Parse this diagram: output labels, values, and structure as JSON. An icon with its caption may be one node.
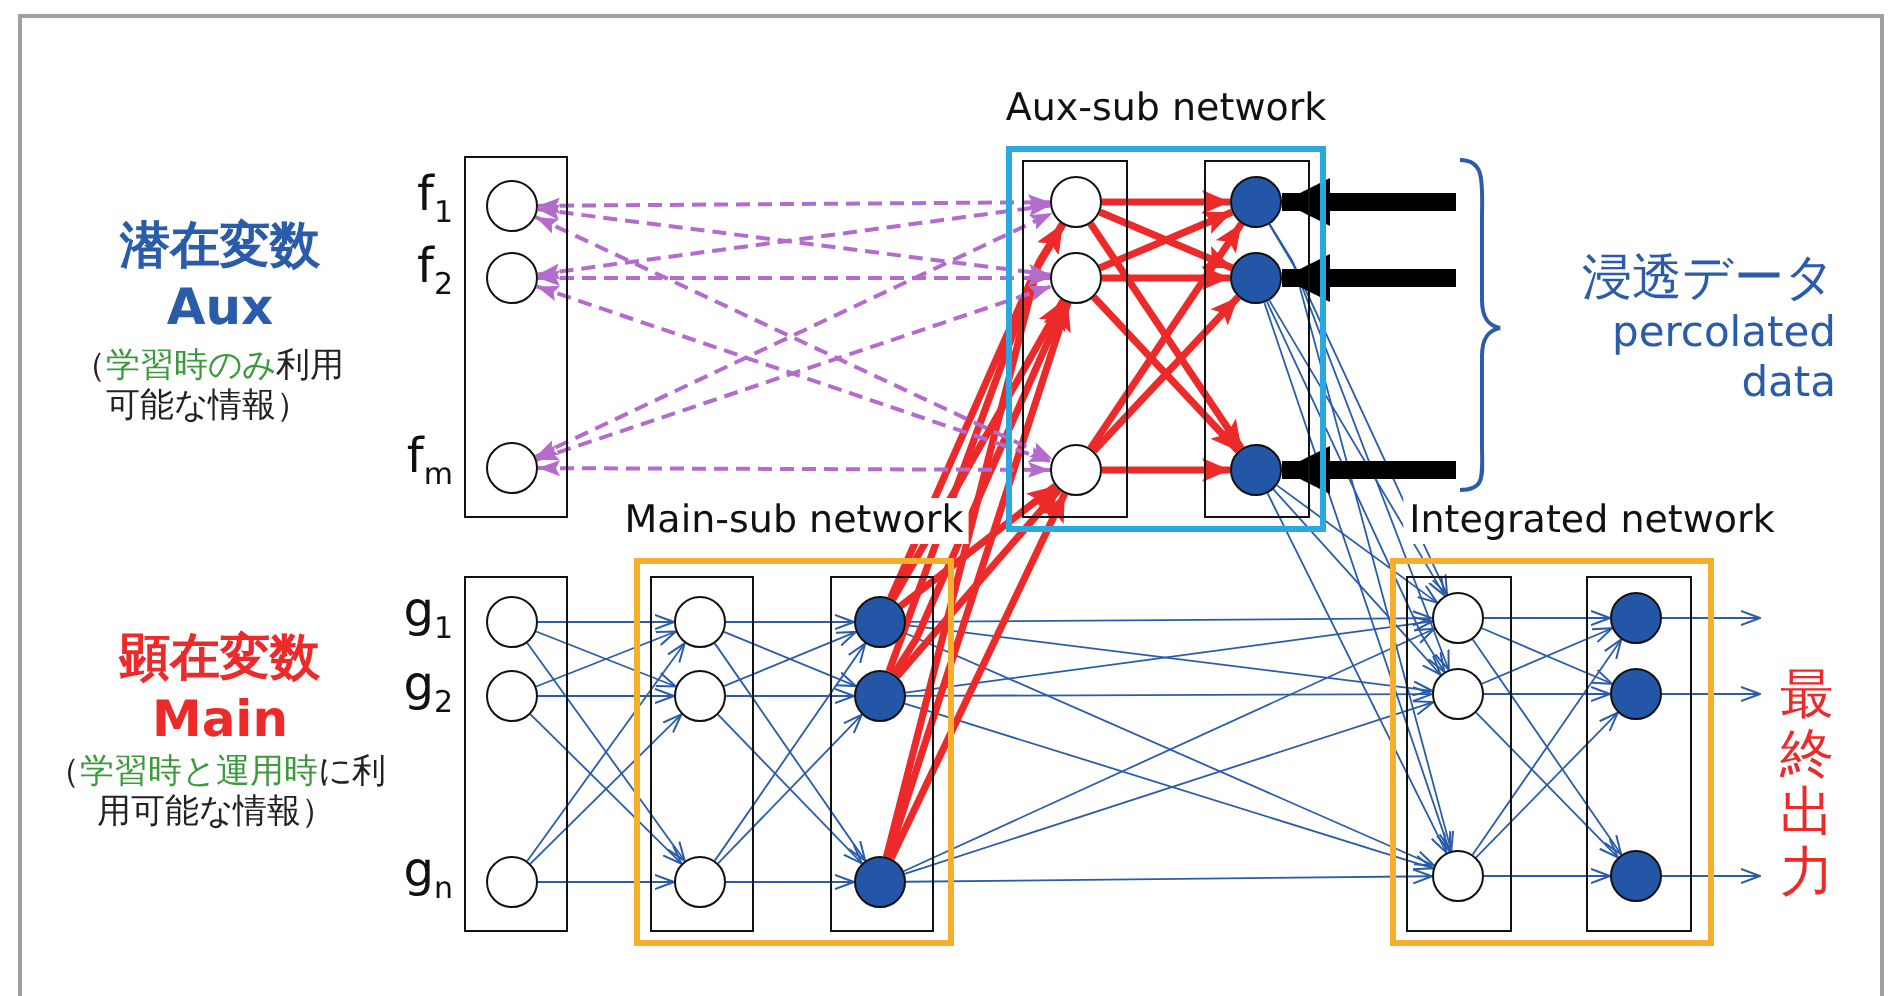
{
  "diagram": {
    "nodes": [
      {
        "text": [],
        "shape": "box"
      },
      {
        "text": [],
        "shape": "circle",
        "in": 0,
        "beside": [
          "f$_{1}$"
        ]
      },
      {
        "text": [],
        "shape": "circle",
        "in": 0,
        "beside": [
          "f$_{2}$"
        ]
      },
      {
        "text": [],
        "shape": "circle",
        "in": 0,
        "beside": [
          "f$_{m}$"
        ]
      },
      {
        "text": [
          "Aux-sub network"
        ]
      },
      {
        "text": [],
        "shape": "box",
        "in": 4
      },
      {
        "text": [],
        "shape": "circle",
        "in": 5
      },
      {
        "text": [],
        "shape": "circle",
        "in": 5
      },
      {
        "text": [],
        "shape": "circle",
        "in": 5
      },
      {
        "text": [],
        "shape": "box",
        "in": 4
      },
      {
        "text": [],
        "shape": "circle",
        "in": 9
      },
      {
        "text": [],
        "shape": "circle",
        "in": 9
      },
      {
        "text": [],
        "shape": "circle",
        "in": 9
      },
      {
        "text": [],
        "shape": "box"
      },
      {
        "text": [],
        "shape": "circle",
        "in": 13,
        "beside": [
          "g$_{1}$"
        ]
      },
      {
        "text": [],
        "shape": "circle",
        "in": 13,
        "beside": [
          "g$_{2}$"
        ]
      },
      {
        "text": [],
        "shape": "circle",
        "in": 13,
        "beside": [
          "g$_{n}$"
        ]
      },
      {
        "text": [
          "Main-sub network"
        ]
      },
      {
        "text": [],
        "shape": "box",
        "in": 17
      },
      {
        "text": [],
        "shape": "circle",
        "in": 18
      },
      {
        "text": [],
        "shape": "circle",
        "in": 18
      },
      {
        "text": [],
        "shape": "circle",
        "in": 18
      },
      {
        "text": [],
        "shape": "box",
        "in": 17
      },
      {
        "text": [],
        "shape": "circle",
        "in": 22
      },
      {
        "text": [],
        "shape": "circle",
        "in": 22
      },
      {
        "text": [],
        "shape": "circle",
        "in": 22
      },
      {
        "text": [
          "Integrated network"
        ]
      },
      {
        "text": [],
        "shape": "box",
        "in": 26
      },
      {
        "text": [],
        "shape": "circle",
        "in": 27
      },
      {
        "text": [],
        "shape": "circle",
        "in": 27
      },
      {
        "text": [],
        "shape": "circle",
        "in": 27
      },
      {
        "text": [],
        "shape": "box",
        "in": 26
      },
      {
        "text": [],
        "shape": "circle",
        "in": 31
      },
      {
        "text": [],
        "shape": "circle",
        "in": 31
      },
      {
        "text": [],
        "shape": "circle",
        "in": 31
      },
      {
        "text": [
          "浸透データ",
          "percolated data"
        ]
      },
      {
        "text": [
          "最終出力"
        ]
      }
    ],
    "edges": [
      {
        "from": 1,
        "to": 6,
        "arrow": "both",
        "style": "dashed",
        "color": "#b46ccc"
      },
      {
        "from": 1,
        "to": 7,
        "arrow": "both",
        "style": "dashed",
        "color": "#b46ccc"
      },
      {
        "from": 1,
        "to": 8,
        "arrow": "both",
        "style": "dashed",
        "color": "#b46ccc"
      },
      {
        "from": 2,
        "to": 6,
        "arrow": "both",
        "style": "dashed",
        "color": "#b46ccc"
      },
      {
        "from": 2,
        "to": 7,
        "arrow": "both",
        "style": "dashed",
        "color": "#b46ccc"
      },
      {
        "from": 2,
        "to": 8,
        "arrow": "both",
        "style": "dashed",
        "color": "#b46ccc"
      },
      {
        "from": 3,
        "to": 6,
        "arrow": "both",
        "style": "dashed",
        "color": "#b46ccc"
      },
      {
        "from": 3,
        "to": 7,
        "arrow": "both",
        "style": "dashed",
        "color": "#b46ccc"
      },
      {
        "from": 3,
        "to": 8,
        "arrow": "both",
        "style": "dashed",
        "color": "#b46ccc"
      },
      {
        "from": 23,
        "to": 6,
        "arrow": "to",
        "style": "thick",
        "color": "#ec2a2a"
      },
      {
        "from": 23,
        "to": 7,
        "arrow": "to",
        "style": "thick",
        "color": "#ec2a2a"
      },
      {
        "from": 23,
        "to": 8,
        "arrow": "to",
        "style": "thick",
        "color": "#ec2a2a"
      },
      {
        "from": 24,
        "to": 6,
        "arrow": "to",
        "style": "thick",
        "color": "#ec2a2a"
      },
      {
        "from": 24,
        "to": 7,
        "arrow": "to",
        "style": "thick",
        "color": "#ec2a2a"
      },
      {
        "from": 24,
        "to": 8,
        "arrow": "to",
        "style": "thick",
        "color": "#ec2a2a"
      },
      {
        "from": 25,
        "to": 6,
        "arrow": "to",
        "style": "thick",
        "color": "#ec2a2a"
      },
      {
        "from": 25,
        "to": 7,
        "arrow": "to",
        "style": "thick",
        "color": "#ec2a2a"
      },
      {
        "from": 25,
        "to": 8,
        "arrow": "to",
        "style": "thick",
        "color": "#ec2a2a"
      },
      {
        "from": 6,
        "to": 10,
        "arrow": "to",
        "style": "thick",
        "color": "#ec2a2a"
      },
      {
        "from": 6,
        "to": 11,
        "arrow": "to",
        "style": "thick",
        "color": "#ec2a2a"
      },
      {
        "from": 6,
        "to": 12,
        "arrow": "to",
        "style": "thick",
        "color": "#ec2a2a"
      },
      {
        "from": 7,
        "to": 10,
        "arrow": "to",
        "style": "thick",
        "color": "#ec2a2a"
      },
      {
        "from": 7,
        "to": 11,
        "arrow": "to",
        "style": "thick",
        "color": "#ec2a2a"
      },
      {
        "from": 7,
        "to": 12,
        "arrow": "to",
        "style": "thick",
        "color": "#ec2a2a"
      },
      {
        "from": 8,
        "to": 10,
        "arrow": "to",
        "style": "thick",
        "color": "#ec2a2a"
      },
      {
        "from": 8,
        "to": 11,
        "arrow": "to",
        "style": "thick",
        "color": "#ec2a2a"
      },
      {
        "from": 8,
        "to": 12,
        "arrow": "to",
        "style": "thick",
        "color": "#ec2a2a"
      },
      {
        "from": 35,
        "to": 10,
        "arrow": "to",
        "style": "thick",
        "color": "#000000"
      },
      {
        "from": 35,
        "to": 11,
        "arrow": "to",
        "style": "thick",
        "color": "#000000"
      },
      {
        "from": 35,
        "to": 12,
        "arrow": "to",
        "style": "thick",
        "color": "#000000"
      },
      {
        "from": 14,
        "to": 19,
        "arrow": "to"
      },
      {
        "from": 14,
        "to": 20,
        "arrow": "to"
      },
      {
        "from": 14,
        "to": 21,
        "arrow": "to"
      },
      {
        "from": 15,
        "to": 19,
        "arrow": "to"
      },
      {
        "from": 15,
        "to": 20,
        "arrow": "to"
      },
      {
        "from": 15,
        "to": 21,
        "arrow": "to"
      },
      {
        "from": 16,
        "to": 19,
        "arrow": "to"
      },
      {
        "from": 16,
        "to": 20,
        "arrow": "to"
      },
      {
        "from": 16,
        "to": 21,
        "arrow": "to"
      },
      {
        "from": 19,
        "to": 23,
        "arrow": "to"
      },
      {
        "from": 19,
        "to": 24,
        "arrow": "to"
      },
      {
        "from": 19,
        "to": 25,
        "arrow": "to"
      },
      {
        "from": 20,
        "to": 23,
        "arrow": "to"
      },
      {
        "from": 20,
        "to": 24,
        "arrow": "to"
      },
      {
        "from": 20,
        "to": 25,
        "arrow": "to"
      },
      {
        "from": 21,
        "to": 23,
        "arrow": "to"
      },
      {
        "from": 21,
        "to": 24,
        "arrow": "to"
      },
      {
        "from": 21,
        "to": 25,
        "arrow": "to"
      },
      {
        "from": 10,
        "to": 28,
        "arrow": "to"
      },
      {
        "from": 10,
        "to": 29,
        "arrow": "to"
      },
      {
        "from": 10,
        "to": 30,
        "arrow": "to"
      },
      {
        "from": 11,
        "to": 28,
        "arrow": "to"
      },
      {
        "from": 11,
        "to": 29,
        "arrow": "to"
      },
      {
        "from": 11,
        "to": 30,
        "arrow": "to"
      },
      {
        "from": 12,
        "to": 28,
        "arrow": "to"
      },
      {
        "from": 12,
        "to": 29,
        "arrow": "to"
      },
      {
        "from": 12,
        "to": 30,
        "arrow": "to"
      },
      {
        "from": 23,
        "to": 28,
        "arrow": "to"
      },
      {
        "from": 23,
        "to": 29,
        "arrow": "to"
      },
      {
        "from": 23,
        "to": 30,
        "arrow": "to"
      },
      {
        "from": 24,
        "to": 28,
        "arrow": "to"
      },
      {
        "from": 24,
        "to": 29,
        "arrow": "to"
      },
      {
        "from": 24,
        "to": 30,
        "arrow": "to"
      },
      {
        "from": 25,
        "to": 28,
        "arrow": "to"
      },
      {
        "from": 25,
        "to": 29,
        "arrow": "to"
      },
      {
        "from": 25,
        "to": 30,
        "arrow": "to"
      },
      {
        "from": 28,
        "to": 32,
        "arrow": "to"
      },
      {
        "from": 28,
        "to": 33,
        "arrow": "to"
      },
      {
        "from": 28,
        "to": 34,
        "arrow": "to"
      },
      {
        "from": 29,
        "to": 32,
        "arrow": "to"
      },
      {
        "from": 29,
        "to": 33,
        "arrow": "to"
      },
      {
        "from": 29,
        "to": 34,
        "arrow": "to"
      },
      {
        "from": 30,
        "to": 32,
        "arrow": "to"
      },
      {
        "from": 30,
        "to": 33,
        "arrow": "to"
      },
      {
        "from": 30,
        "to": 34,
        "arrow": "to"
      },
      {
        "from": 32,
        "to": 36,
        "arrow": "to"
      },
      {
        "from": 33,
        "to": 36,
        "arrow": "to"
      },
      {
        "from": 34,
        "to": 36,
        "arrow": "to"
      }
    ],
    "labels": [
      "潜在変数",
      "Aux",
      "（**学習時のみ**利用可能な情報）",
      "顕在変数",
      "Main",
      "（**学習時と運用時**に利用可能な情報）"
    ]
  }
}
